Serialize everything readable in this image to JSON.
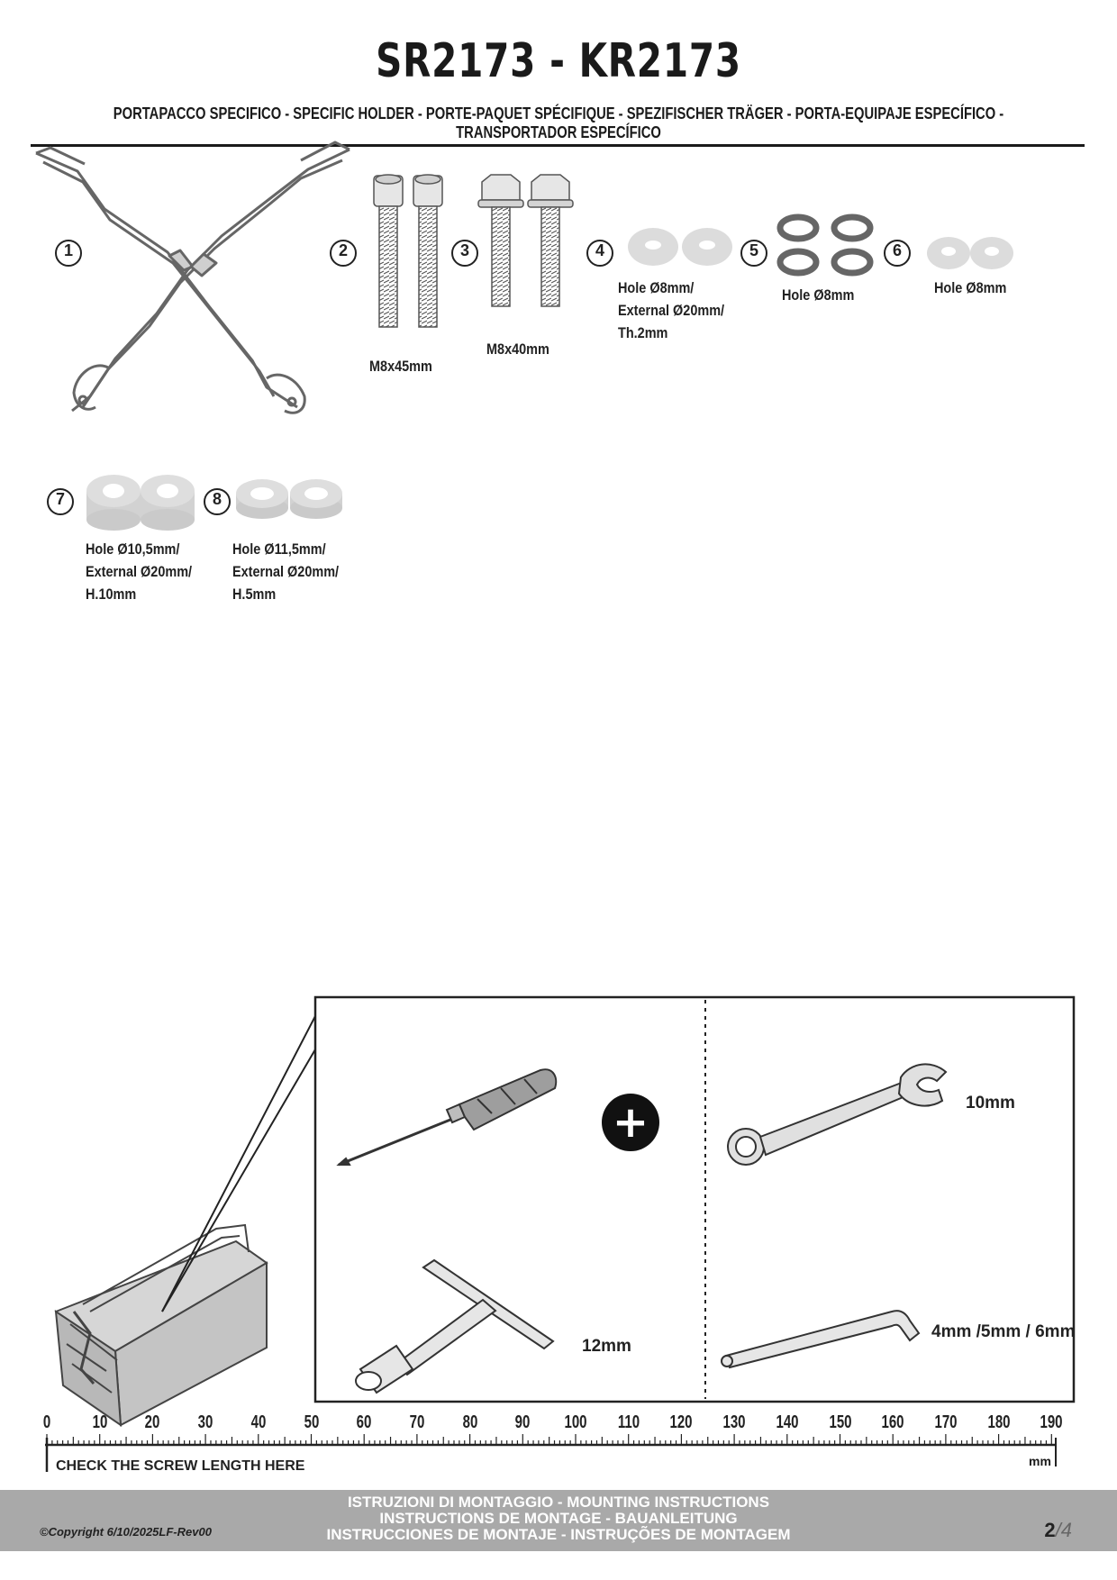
{
  "header": {
    "title": "SR2173 - KR2173",
    "subtitle": "PORTAPACCO SPECIFICO - SPECIFIC HOLDER - PORTE-PAQUET SPÉCIFIQUE - SPEZIFISCHER TRÄGER - PORTA-EQUIPAJE ESPECÍFICO - TRANSPORTADOR ESPECÍFICO"
  },
  "parts": [
    {
      "num": "1",
      "caption": ""
    },
    {
      "num": "2",
      "caption": "M8x45mm"
    },
    {
      "num": "3",
      "caption": "M8x40mm"
    },
    {
      "num": "4",
      "caption": "Hole Ø8mm/\nExternal Ø20mm/\nTh.2mm"
    },
    {
      "num": "5",
      "caption": "Hole Ø8mm"
    },
    {
      "num": "6",
      "caption": "Hole Ø8mm"
    },
    {
      "num": "7",
      "caption": "Hole Ø10,5mm/\nExternal Ø20mm/\nH.10mm"
    },
    {
      "num": "8",
      "caption": "Hole Ø11,5mm/\nExternal Ø20mm/\nH.5mm"
    }
  ],
  "tools": {
    "plus_symbol": "+",
    "wrench_label": "10mm",
    "socket_label": "12mm",
    "allen_label": "4mm /5mm / 6mm"
  },
  "ruler": {
    "ticks": [
      "0",
      "10",
      "20",
      "30",
      "40",
      "50",
      "60",
      "70",
      "80",
      "90",
      "100",
      "110",
      "120",
      "130",
      "140",
      "150",
      "160",
      "170",
      "180",
      "190"
    ],
    "unit": "mm",
    "label": "CHECK THE SCREW LENGTH HERE"
  },
  "footer": {
    "lines": [
      "ISTRUZIONI DI MONTAGGIO  -  MOUNTING INSTRUCTIONS",
      "INSTRUCTIONS DE MONTAGE - BAUANLEITUNG",
      "INSTRUCCIONES DE MONTAJE - INSTRUÇÕES DE MONTAGEM"
    ],
    "copyright": "©Copyright 6/10/2025LF-Rev00",
    "page": "2",
    "page_total": "/4"
  }
}
